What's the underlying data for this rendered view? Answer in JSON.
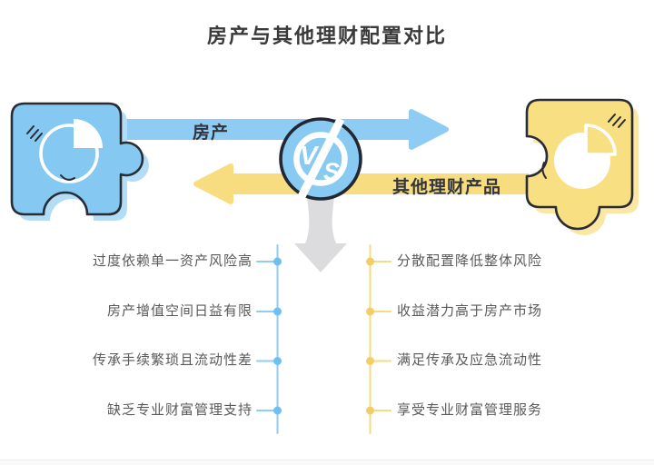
{
  "title": "房产与其他理财配置对比",
  "versus": {
    "left_label": "房产",
    "right_label": "其他理财产品",
    "badge": {
      "v": "V",
      "s": "S"
    }
  },
  "comparison": {
    "left": {
      "accent_color": "#85C9F2",
      "items": [
        "过度依赖单一资产风险高",
        "房产增值空间日益有限",
        "传承手续繁琐且流动性差",
        "缺乏专业财富管理支持"
      ]
    },
    "right": {
      "accent_color": "#F8DF82",
      "items": [
        "分散配置降低整体风险",
        "收益潜力高于房产市场",
        "满足传承及应急流动性",
        "享受专业财富管理服务"
      ]
    }
  },
  "icons": {
    "left_puzzle": "puzzle-piece-pie-chart-icon",
    "right_puzzle": "puzzle-piece-pie-chart-icon",
    "center": "vs-badge-icon",
    "down": "down-arrow-icon"
  },
  "colors": {
    "blue": "#85C9F2",
    "blue_shadow": "#B3DCF6",
    "yellow": "#F8DF82",
    "yellow_shadow": "#FAE7A6",
    "outline": "#2A2C34",
    "gray_arrow": "#DCDCDE",
    "text_gray": "#595959",
    "title_gray": "#3A3A3A"
  }
}
